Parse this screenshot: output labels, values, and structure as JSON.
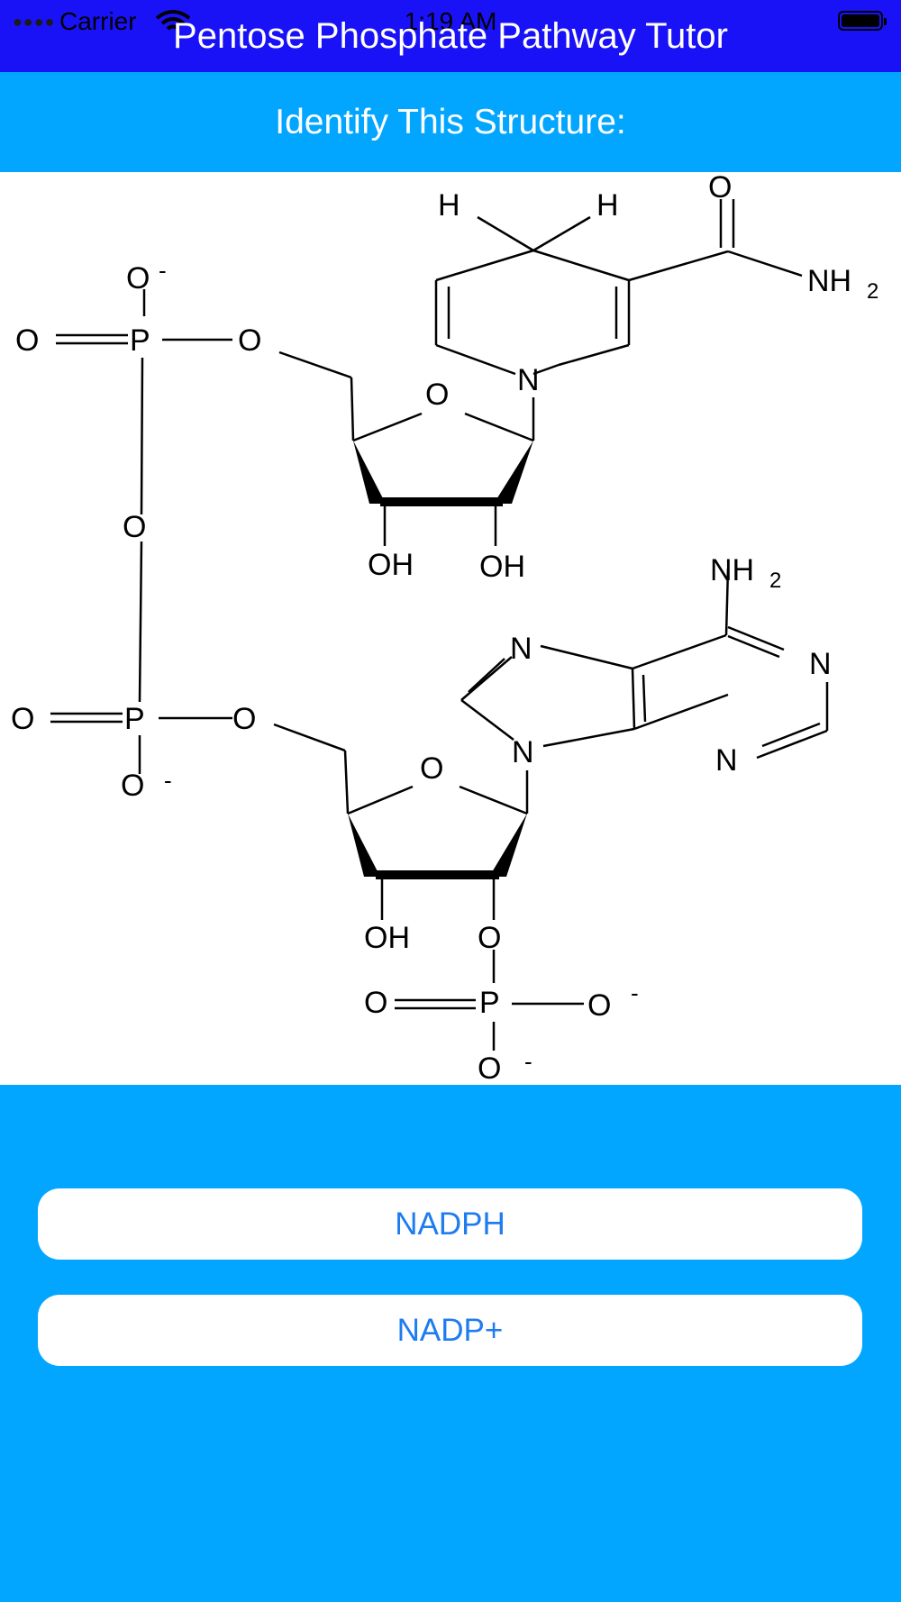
{
  "status_bar": {
    "carrier": "Carrier",
    "time": "1:19 AM"
  },
  "nav": {
    "title": "Pentose Phosphate Pathway Tutor"
  },
  "prompt": "Identify This Structure:",
  "structure_labels": {
    "oxygen": "O",
    "phosphorus": "P",
    "nitrogen": "N",
    "hydrogen": "H",
    "hydroxyl": "OH",
    "amine": "NH",
    "amine_subscript": "2",
    "charge": "-"
  },
  "answers": [
    {
      "label": "NADPH"
    },
    {
      "label": "NADP+"
    }
  ],
  "colors": {
    "nav_bar": "#1A12F6",
    "background": "#03A6FE",
    "button_text": "#1E7CF0"
  }
}
